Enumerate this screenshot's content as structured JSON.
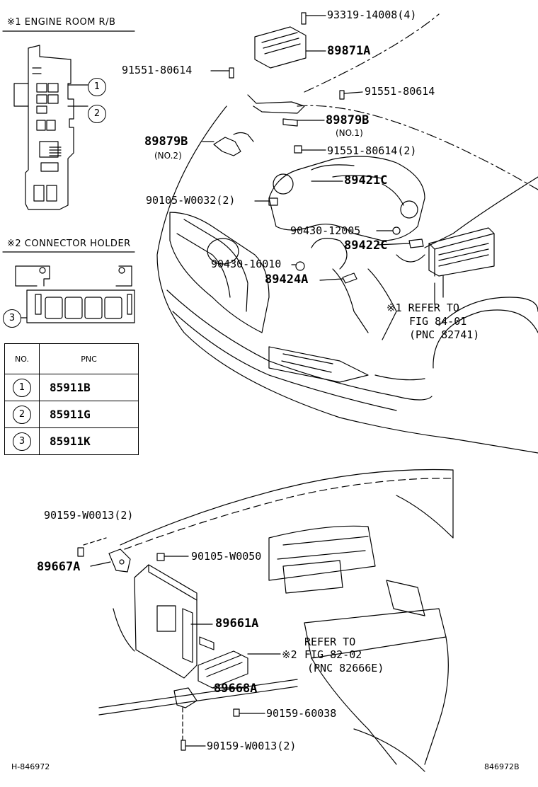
{
  "insets": {
    "engine_room_rb": {
      "title": "※1 ENGINE ROOM R/B",
      "markers": [
        "1",
        "2"
      ]
    },
    "connector_holder": {
      "title": "※2 CONNECTOR HOLDER",
      "markers": [
        "3"
      ]
    }
  },
  "pnc_table": {
    "headers": [
      "NO.",
      "PNC"
    ],
    "rows": [
      {
        "no": "1",
        "pnc": "85911B"
      },
      {
        "no": "2",
        "pnc": "85911G"
      },
      {
        "no": "3",
        "pnc": "85911K"
      }
    ]
  },
  "labels": {
    "p93319": "93319-14008(4)",
    "p89871A": "89871A",
    "p91551a": "91551-80614",
    "p91551b": "91551-80614",
    "p89879B1": "89879B",
    "no1": "(NO.1)",
    "p89879B2": "89879B",
    "no2": "(NO.2)",
    "p91551c": "91551-80614(2)",
    "p89421C": "89421C",
    "p90105a": "90105-W0032(2)",
    "p90430a": "90430-12005",
    "p89422C": "89422C",
    "p90430b": "90430-16010",
    "p89424A": "89424A",
    "ref1_a": "※1 REFER TO",
    "ref1_b": "FIG 84-01",
    "ref1_c": "(PNC 82741)",
    "p90159a": "90159-W0013(2)",
    "p89667A": "89667A",
    "p90105b": "90105-W0050",
    "p89661A": "89661A",
    "ref2_a": "REFER TO",
    "ref2_star": "※2",
    "ref2_b": "FIG 82-02",
    "ref2_c": "(PNC 82666E)",
    "p89668A": "89668A",
    "p90159b": "90159-60038",
    "p90159c": "90159-W0013(2)"
  },
  "footer": {
    "left": "H-846972",
    "right": "846972B"
  }
}
